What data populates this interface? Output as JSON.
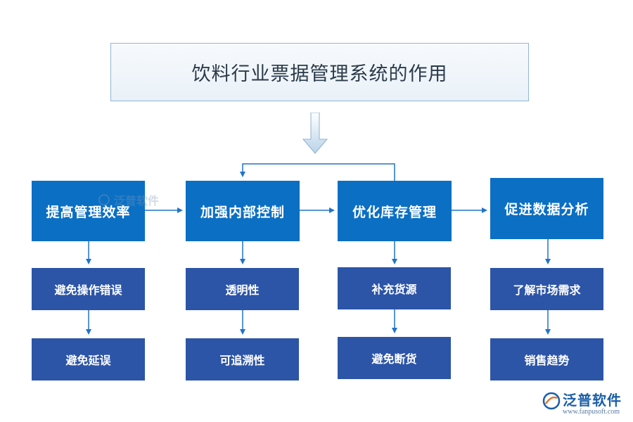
{
  "title": "饮料行业票据管理系统的作用",
  "columns": [
    {
      "heading": "提高管理效率",
      "items": [
        "避免操作错误",
        "避免延误"
      ]
    },
    {
      "heading": "加强内部控制",
      "items": [
        "透明性",
        "可追溯性"
      ]
    },
    {
      "heading": "优化库存管理",
      "items": [
        "补充货源",
        "避免断货"
      ]
    },
    {
      "heading": "促进数据分析",
      "items": [
        "了解市场需求",
        "销售趋势"
      ]
    }
  ],
  "watermark": {
    "text": "泛普软件"
  },
  "brand": {
    "name": "泛普软件",
    "url": "www.fanpusoft.com"
  },
  "colors": {
    "heading_box": "#0b6fc4",
    "item_box": "#2c55a8",
    "connector": "#1f74c8",
    "title_border": "#8fb6d8"
  }
}
